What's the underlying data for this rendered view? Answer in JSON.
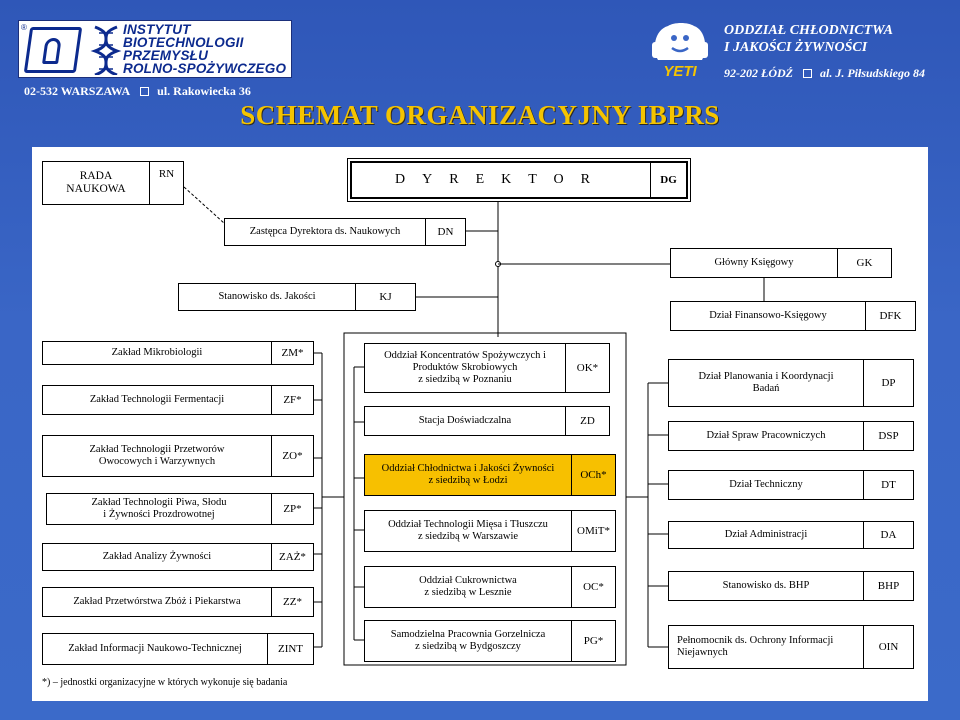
{
  "header": {
    "logo_left_lines": [
      "INSTYTUT",
      "BIOTECHNOLOGII",
      "PRZEMYSŁU",
      "ROLNO-SPOŻYWCZEGO"
    ],
    "logo_left_reg": "®",
    "address_left_city": "02-532 WARSZAWA",
    "address_left_street": "ul. Rakowiecka 36",
    "logo_right_text": "YETI",
    "org_right_line1": "ODDZIAŁ CHŁODNICTWA",
    "org_right_line2": "I JAKOŚCI ŻYWNOŚCI",
    "address_right_city": "92-202 ŁÓDŹ",
    "address_right_street": "al. J. Piłsudskiego 84"
  },
  "title": "SCHEMAT ORGANIZACYJNY IBPRS",
  "colors": {
    "background": "#3a66c6",
    "title": "#f5c400",
    "highlight": "#f7c000",
    "logo_blue": "#0c2a8e"
  },
  "chart": {
    "rada": {
      "label": "RADA\nNAUKOWA",
      "code": "RN"
    },
    "director": {
      "label": "DYREKTOR",
      "code": "DG"
    },
    "deputy": {
      "label": "Zastępca Dyrektora ds. Naukowych",
      "code": "DN"
    },
    "quality": {
      "label": "Stanowisko ds. Jakości",
      "code": "KJ"
    },
    "accountant": {
      "label": "Główny Księgowy",
      "code": "GK"
    },
    "finance": {
      "label": "Dział Finansowo-Księgowy",
      "code": "DFK"
    },
    "left_units": [
      {
        "label": "Zakład Mikrobiologii",
        "code": "ZM*"
      },
      {
        "label": "Zakład Technologii Fermentacji",
        "code": "ZF*"
      },
      {
        "label": "Zakład Technologii Przetworów\nOwocowych i Warzywnych",
        "code": "ZO*"
      },
      {
        "label": "Zakład Technologii Piwa, Słodu\ni Żywności Prozdrowotnej",
        "code": "ZP*"
      },
      {
        "label": "Zakład Analizy Żywności",
        "code": "ZAŻ*"
      },
      {
        "label": "Zakład Przetwórstwa Zbóż i Piekarstwa",
        "code": "ZZ*"
      },
      {
        "label": "Zakład Informacji Naukowo-Technicznej",
        "code": "ZINT"
      }
    ],
    "middle_units": [
      {
        "label": "Oddział Koncentratów Spożywczych i\nProduktów Skrobiowych\nz siedzibą w Poznaniu",
        "code": "OK*"
      },
      {
        "label": "Stacja Doświadczalna",
        "code": "ZD"
      },
      {
        "label": "Oddział Chłodnictwa i Jakości Żywności\nz siedzibą w Łodzi",
        "code": "OCh*"
      },
      {
        "label": "Oddział Technologii Mięsa i Tłuszczu\nz siedzibą w Warszawie",
        "code": "OMiT*"
      },
      {
        "label": "Oddział Cukrownictwa\nz siedzibą w Lesznie",
        "code": "OC*"
      },
      {
        "label": "Samodzielna Pracownia Gorzelnicza\nz siedzibą w Bydgoszczy",
        "code": "PG*"
      }
    ],
    "right_units": [
      {
        "label": "Dział Planowania i Koordynacji\nBadań",
        "code": "DP"
      },
      {
        "label": "Dział Spraw Pracowniczych",
        "code": "DSP"
      },
      {
        "label": "Dział Techniczny",
        "code": "DT"
      },
      {
        "label": "Dział Administracji",
        "code": "DA"
      },
      {
        "label": "Stanowisko ds. BHP",
        "code": "BHP"
      },
      {
        "label": "Pełnomocnik ds. Ochrony Informacji\nNiejawnych",
        "code": "OIN"
      }
    ],
    "footnote": "*) – jednostki organizacyjne w których wykonuje się badania"
  }
}
